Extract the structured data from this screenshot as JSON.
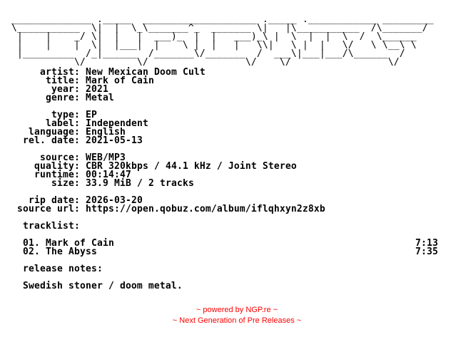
{
  "logo": {
    "lines": [
      "  ______________ ._____  ____________________ ._____ .____________ _________ ",
      "  \\___________  \\|  |  \\_\\_______^_  _______ \\|   |\\___________  /\\_______/ ",
      "   |    |    _/ \\|  |   |  ___)_  |  |   ___)_\\ |  \\  |  |  \\  /  \\______   ",
      "   |    |    |  \\|  |___|  |    \\ |  |   |   \\\\|   \\ |  |   \\/   \\ \\__\\ \\  ",
      "   |_________  /_|______  /_______\\/_______  /  ___\\|___|___/\\______  /  ",
      "             \\/         \\/                 \\/    \\/                 \\/    "
    ]
  },
  "info": [
    {
      "label": "artist:",
      "value": "New Mexican Doom Cult"
    },
    {
      "label": "title:",
      "value": "Mark of Cain"
    },
    {
      "label": "year:",
      "value": "2021"
    },
    {
      "label": "genre:",
      "value": "Metal"
    },
    {
      "label": "type:",
      "value": "EP"
    },
    {
      "label": "label:",
      "value": "Independent"
    },
    {
      "label": "language:",
      "value": "English"
    },
    {
      "label": "rel. date:",
      "value": "2021-05-13"
    },
    {
      "label": "source:",
      "value": "WEB/MP3"
    },
    {
      "label": "quality:",
      "value": "CBR 320kbps / 44.1 kHz / Joint Stereo"
    },
    {
      "label": "runtime:",
      "value": "00:14:47"
    },
    {
      "label": "size:",
      "value": "33.9 MiB / 2 tracks"
    },
    {
      "label": "rip date:",
      "value": "2026-03-20"
    },
    {
      "label": "source url:",
      "value": "https://open.qobuz.com/album/iflqhxyn2z8xb"
    }
  ],
  "tracklist": {
    "heading": "tracklist:",
    "tracks": [
      {
        "title": "01. Mark of Cain",
        "time": "7:13"
      },
      {
        "title": "02. The Abyss",
        "time": "7:35"
      }
    ]
  },
  "notes": {
    "heading": "release notes:",
    "text": "Swedish stoner / doom metal."
  },
  "footer": {
    "line1": "~ powered by NGP.re ~",
    "line2": "~ Next Generation of Pre Releases ~",
    "color": "#ff0000"
  }
}
